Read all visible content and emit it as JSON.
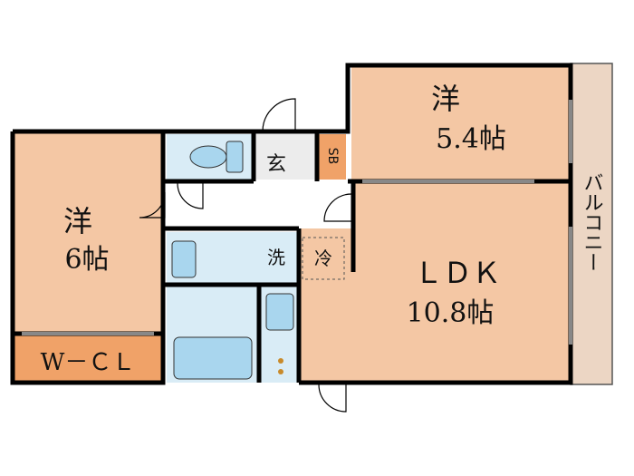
{
  "rooms": {
    "western_left": {
      "name": "洋",
      "size": "6帖"
    },
    "western_top": {
      "name": "洋",
      "size": "5.4帖"
    },
    "ldk": {
      "name": "ＬＤＫ",
      "size": "10.8帖"
    },
    "wcl": {
      "label": "W－ＣＬ"
    },
    "balcony": {
      "label": "バルコニー"
    }
  },
  "labels": {
    "entrance": "玄",
    "shoe_box": "SB",
    "washer": "洗",
    "fridge": "冷"
  },
  "colors": {
    "room_fill": "#f4c7a4",
    "wcl_fill": "#f0a268",
    "balcony_fill": "#ecd6c4",
    "wet_fill": "#d9ecf6",
    "fixture_fill": "#a9d6ee",
    "wall": "#000000",
    "hall_fill": "#ffffff"
  }
}
